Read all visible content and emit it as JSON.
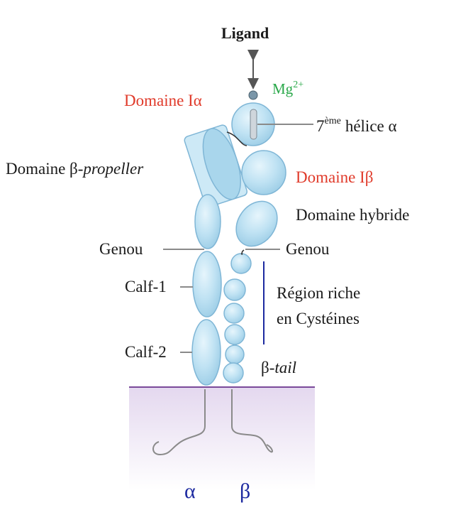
{
  "labels": {
    "ligand": "Ligand",
    "mg_base": "Mg",
    "mg_sup": "2+",
    "domaine_i_alpha": "Domaine Iα",
    "helix_num": "7",
    "helix_sup": "ème",
    "helix_rest": "hélice α",
    "beta_propeller_prefix": "Domaine β-",
    "beta_propeller_italic": "propeller",
    "domaine_i_beta": "Domaine Iβ",
    "domaine_hybride": "Domaine hybride",
    "genou_left": "Genou",
    "genou_right": "Genou",
    "calf1": "Calf-1",
    "calf2": "Calf-2",
    "region_line1": "Région riche",
    "region_line2": "en Cystéines",
    "beta_tail_prefix": "β-",
    "beta_tail_italic": "tail",
    "alpha_subunit": "α",
    "beta_subunit": "β"
  },
  "colors": {
    "red_labels": "#e03a2a",
    "green_mg": "#2aa84a",
    "subunit_blue": "#1d2aa0",
    "domain_fill": "#bfe2f3",
    "membrane": "#e9def0"
  }
}
